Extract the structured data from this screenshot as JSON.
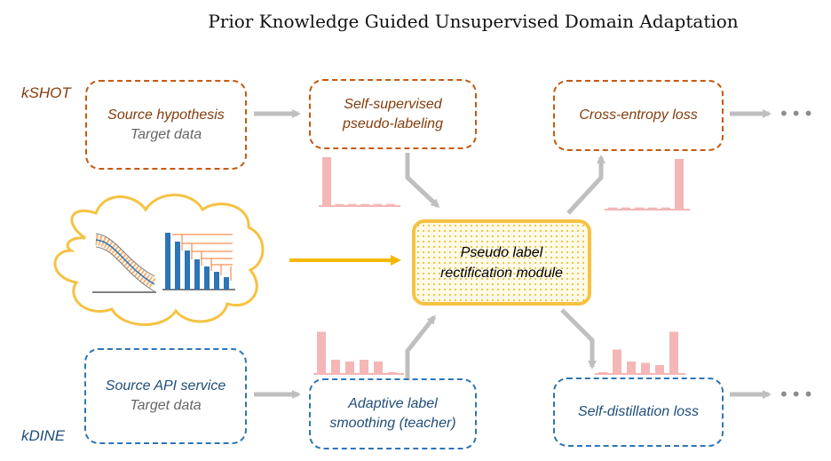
{
  "title": "Prior Knowledge Guided Unsupervised Domain Adaptation",
  "rows": {
    "kshot": {
      "label": "kSHOT",
      "source_line1": "Source hypothesis",
      "source_line2": "Target data",
      "pseudo_line1": "Self-supervised",
      "pseudo_line2": "pseudo-labeling",
      "loss": "Cross-entropy loss",
      "ellipsis": "•••"
    },
    "kdine": {
      "label": "kDINE",
      "source_line1": "Source API service",
      "source_line2": "Target data",
      "pseudo_line1": "Adaptive label",
      "pseudo_line2": "smoothing (teacher)",
      "loss": "Self-distillation loss",
      "ellipsis": "•••"
    }
  },
  "module": {
    "line1": "Pseudo label",
    "line2": "rectification module"
  },
  "colors": {
    "orange": "#c55a11",
    "blue": "#2e75b6",
    "gold": "#f5c242",
    "arrow_gray": "#bfbfbf",
    "bar_pink": "#f4b6b6"
  },
  "histograms": {
    "kshot_pseudo": [
      0.95,
      0.04,
      0.04,
      0.04,
      0.04,
      0.04
    ],
    "kshot_loss": [
      0.04,
      0.04,
      0.04,
      0.04,
      0.04,
      0.95
    ],
    "kdine_teacher": [
      0.95,
      0.32,
      0.28,
      0.32,
      0.28,
      0.04
    ],
    "kdine_distill": [
      0.04,
      0.55,
      0.28,
      0.25,
      0.2,
      0.95
    ]
  }
}
